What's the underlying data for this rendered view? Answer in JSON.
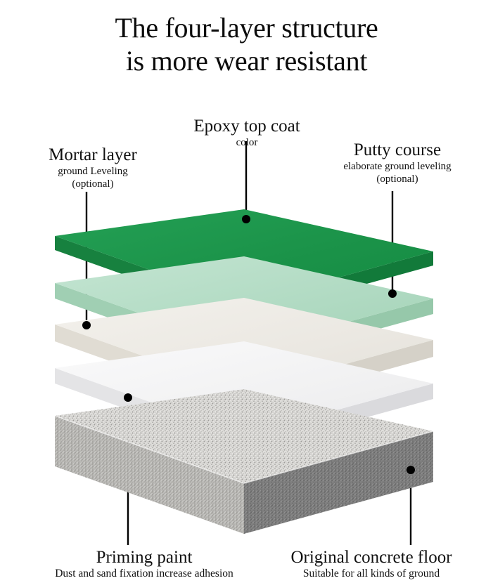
{
  "title": {
    "line1": "The four-layer structure",
    "line2": "is more wear resistant"
  },
  "colors": {
    "top_coat_face": "#1b9349",
    "top_coat_side_left": "#16803f",
    "top_coat_side_right": "#117a3a",
    "putty_face": "#b4dcc5",
    "putty_side_left": "#a6d2b7",
    "putty_side_right": "#9ccbad",
    "mortar_face": "#eeece7",
    "mortar_side_left": "#e2ded6",
    "mortar_side_right": "#d8d4cb",
    "primer_face": "#f4f4f5",
    "primer_side_left": "#e6e6e8",
    "primer_side_right": "#dcdcde",
    "concrete_face": "#d3d2cf",
    "concrete_side_left": "#b9b8b5",
    "concrete_side_right": "#7e7e7e",
    "leader_line": "#000000",
    "background": "#ffffff",
    "text": "#111111"
  },
  "callouts": {
    "top_coat": {
      "head": "Epoxy top coat",
      "sub": "color"
    },
    "mortar": {
      "head": "Mortar layer",
      "sub": "ground Leveling",
      "sub2": "(optional)"
    },
    "putty": {
      "head": "Putty course",
      "sub": "elaborate ground leveling",
      "sub2": "(optional)"
    },
    "priming": {
      "head": "Priming paint",
      "sub": "Dust and sand fixation increase adhesion"
    },
    "concrete": {
      "head": "Original concrete floor",
      "sub": "Suitable for all kinds of ground"
    }
  },
  "layers": [
    {
      "name": "epoxy-top-coat",
      "order": 1,
      "label": "Epoxy top coat"
    },
    {
      "name": "putty-course",
      "order": 2,
      "label": "Putty course"
    },
    {
      "name": "mortar-layer",
      "order": 3,
      "label": "Mortar layer"
    },
    {
      "name": "priming-paint",
      "order": 4,
      "label": "Priming paint"
    },
    {
      "name": "concrete-floor",
      "order": 5,
      "label": "Original concrete floor"
    }
  ]
}
